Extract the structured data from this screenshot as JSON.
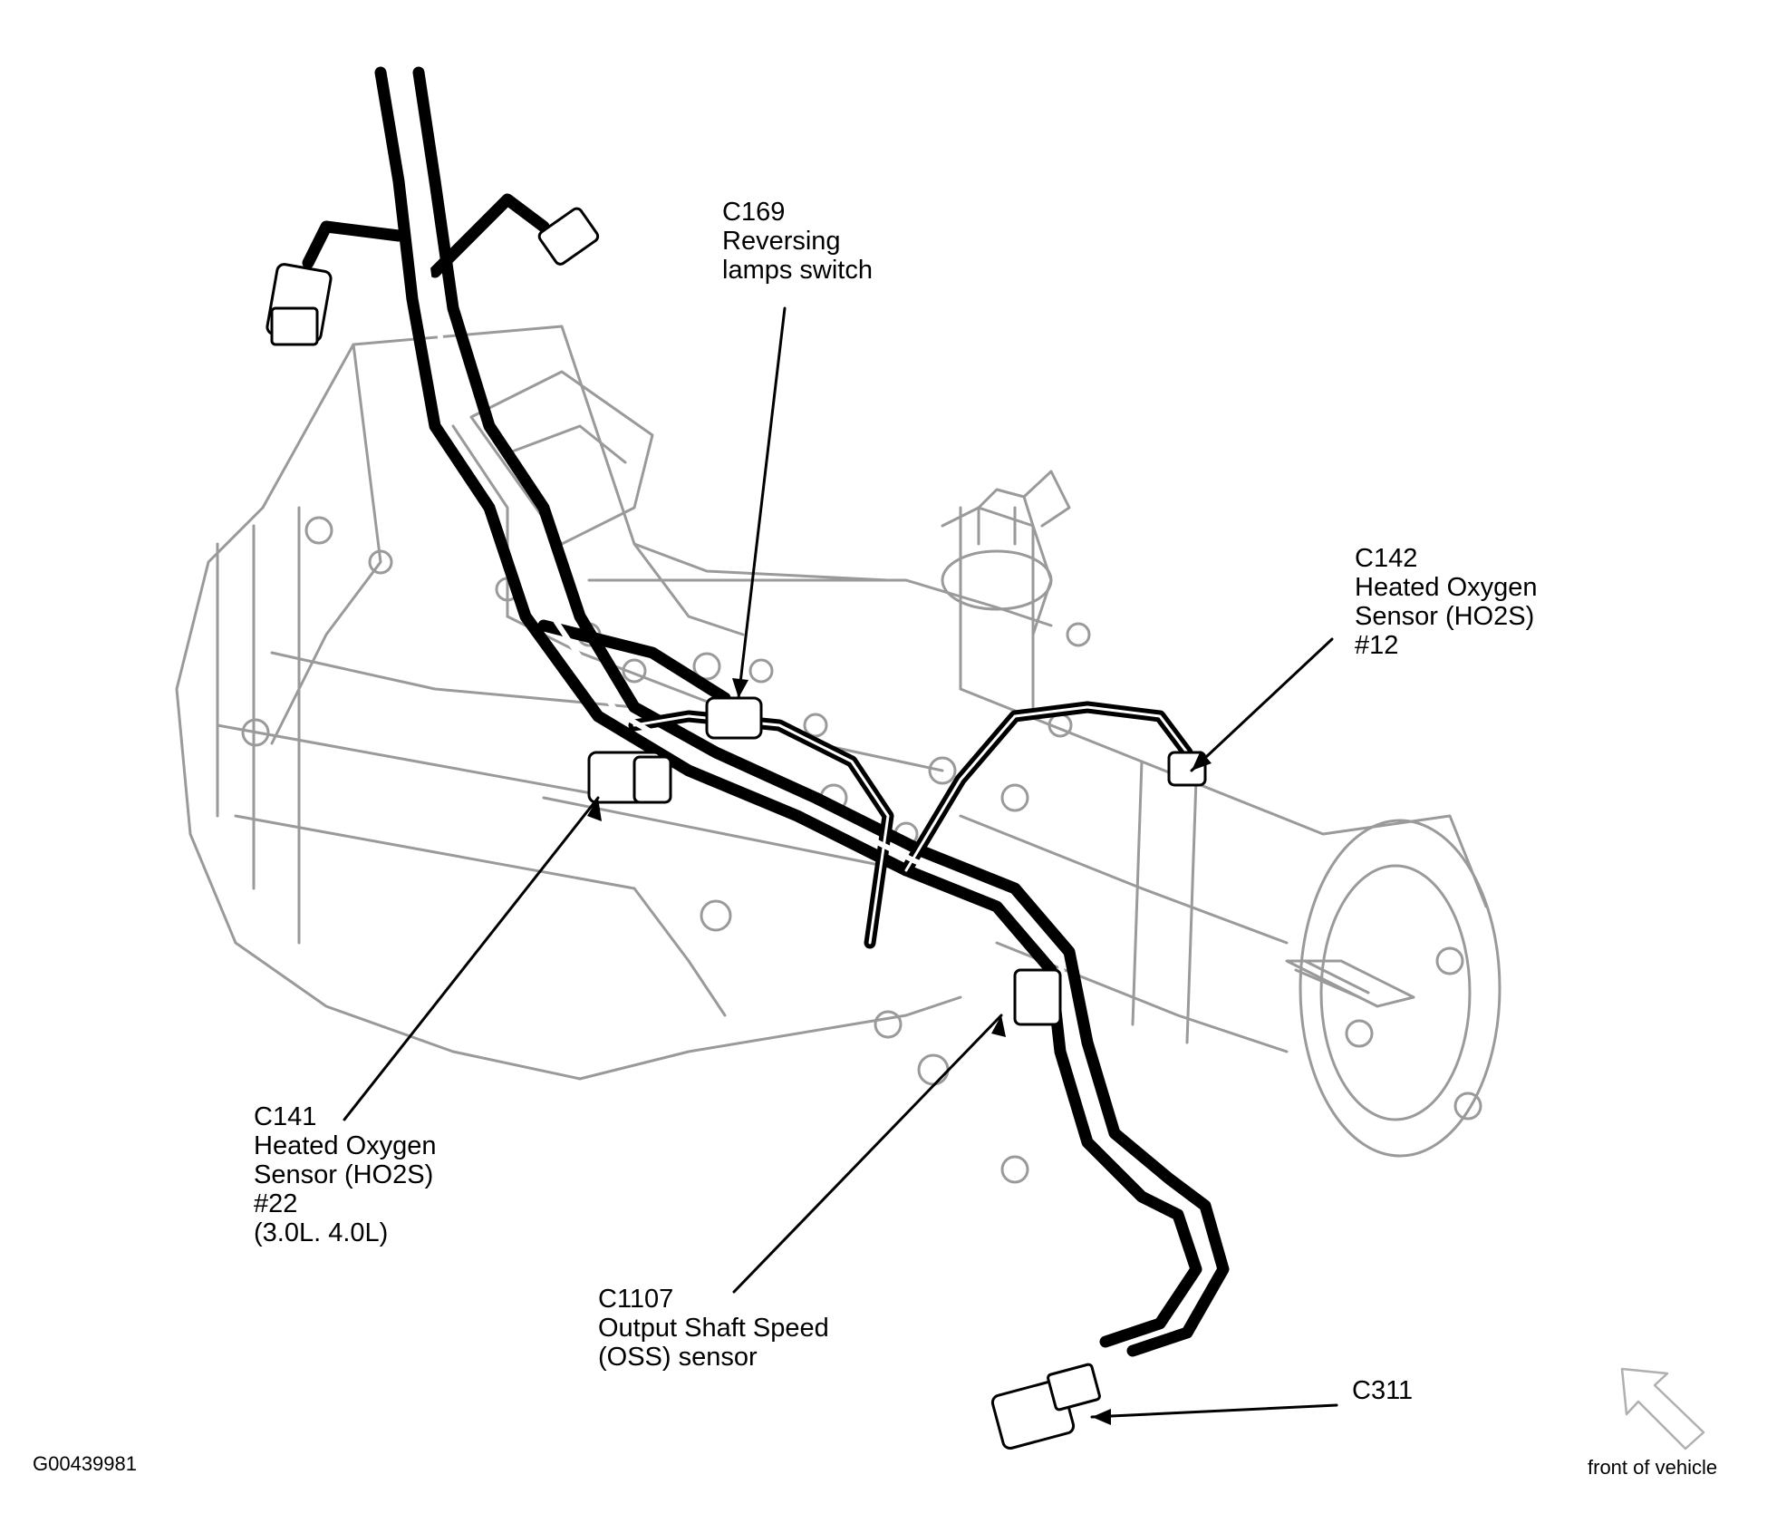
{
  "diagram": {
    "figure_id": "G00439981",
    "orientation_note": "front of vehicle",
    "callouts": [
      {
        "id": "c169",
        "lines": [
          "C169",
          "Reversing",
          "lamps switch"
        ]
      },
      {
        "id": "c142",
        "lines": [
          "C142",
          "Heated Oxygen",
          "Sensor (HO2S)",
          "#12"
        ]
      },
      {
        "id": "c141",
        "lines": [
          "C141",
          "Heated Oxygen",
          "Sensor (HO2S)",
          "#22",
          "(3.0L. 4.0L)"
        ]
      },
      {
        "id": "c1107",
        "lines": [
          "C1107",
          "Output Shaft Speed",
          "(OSS) sensor"
        ]
      },
      {
        "id": "c311",
        "lines": [
          "C311"
        ]
      }
    ]
  },
  "colors": {
    "ink": "#000000",
    "outline": "#888888",
    "paper": "#ffffff"
  },
  "icons": {
    "orientation": "front-arrow-icon"
  }
}
